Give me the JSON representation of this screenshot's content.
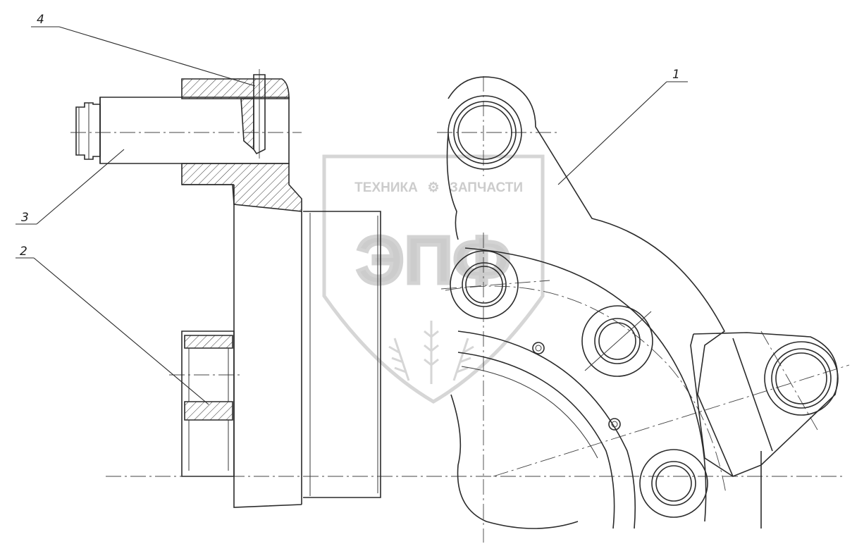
{
  "callouts": [
    {
      "id": "1",
      "label": "1"
    },
    {
      "id": "2",
      "label": "2"
    },
    {
      "id": "3",
      "label": "3"
    },
    {
      "id": "4",
      "label": "4"
    }
  ],
  "watermark": {
    "top_text_left": "ТЕХНИКА",
    "top_text_right": "ЗАПЧАСТИ",
    "logo_text": "ЭПФ",
    "icon": "gear-icon",
    "emblem": "wheat-icon",
    "color": "#c4c4c4"
  },
  "colors": {
    "line": "#2b2b2b",
    "background": "#ffffff"
  }
}
